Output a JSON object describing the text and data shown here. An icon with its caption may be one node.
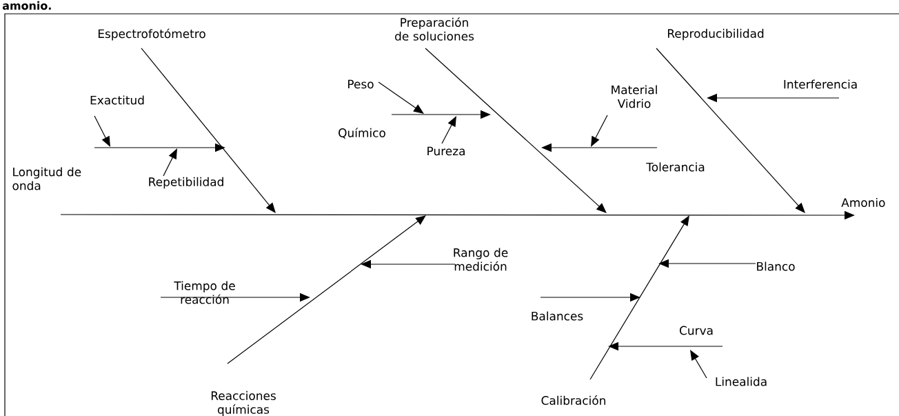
{
  "diagram": {
    "title": "amonio.",
    "nodes": [
      {
        "text": [
          "Espectrofotómetro"
        ]
      },
      {
        "text": [
          "Exactitud"
        ]
      },
      {
        "text": [
          "Longitud de onda"
        ]
      },
      {
        "text": [
          "Repetibilidad"
        ]
      },
      {
        "text": [
          "Preparación de soluciones"
        ]
      },
      {
        "text": [
          "Peso"
        ]
      },
      {
        "text": [
          "Químico"
        ]
      },
      {
        "text": [
          "Pureza"
        ]
      },
      {
        "text": [
          "Material Vidrio"
        ]
      },
      {
        "text": [
          "Tolerancia"
        ]
      },
      {
        "text": [
          "Reproducibilidad"
        ]
      },
      {
        "text": [
          "Interferencia"
        ]
      },
      {
        "text": [
          "Amonio"
        ]
      },
      {
        "text": [
          "Rango de medición"
        ]
      },
      {
        "text": [
          "Tiempo de reacción"
        ]
      },
      {
        "text": [
          "Reacciones químicas"
        ]
      },
      {
        "text": [
          "Blanco"
        ]
      },
      {
        "text": [
          "Balances"
        ]
      },
      {
        "text": [
          "Curva"
        ]
      },
      {
        "text": [
          "Linealida"
        ]
      },
      {
        "text": [
          "Calibración"
        ]
      }
    ],
    "edges": [
      {
        "from": null,
        "to": 12,
        "arrow": "to"
      },
      {
        "from": 0,
        "to": null,
        "arrow": "to"
      },
      {
        "from": 2,
        "to": null,
        "arrow": "to"
      },
      {
        "from": 1,
        "to": null,
        "arrow": "to"
      },
      {
        "from": 3,
        "to": null,
        "arrow": "to"
      },
      {
        "from": 4,
        "to": null,
        "arrow": "to"
      },
      {
        "from": 6,
        "to": null,
        "arrow": "to"
      },
      {
        "from": 5,
        "to": null,
        "arrow": "to"
      },
      {
        "from": 7,
        "to": null,
        "arrow": "to"
      },
      {
        "from": 9,
        "to": null,
        "arrow": "to"
      },
      {
        "from": 8,
        "to": null,
        "arrow": "to"
      },
      {
        "from": 10,
        "to": null,
        "arrow": "to"
      },
      {
        "from": 11,
        "to": null,
        "arrow": "to"
      },
      {
        "from": 15,
        "to": null,
        "arrow": "to"
      },
      {
        "from": 13,
        "to": null,
        "arrow": "to"
      },
      {
        "from": 14,
        "to": null,
        "arrow": "to"
      },
      {
        "from": 20,
        "to": null,
        "arrow": "to"
      },
      {
        "from": 16,
        "to": null,
        "arrow": "to"
      },
      {
        "from": 17,
        "to": null,
        "arrow": "to"
      },
      {
        "from": 18,
        "to": null,
        "arrow": "to"
      },
      {
        "from": 19,
        "to": 18,
        "arrow": "to"
      }
    ]
  }
}
